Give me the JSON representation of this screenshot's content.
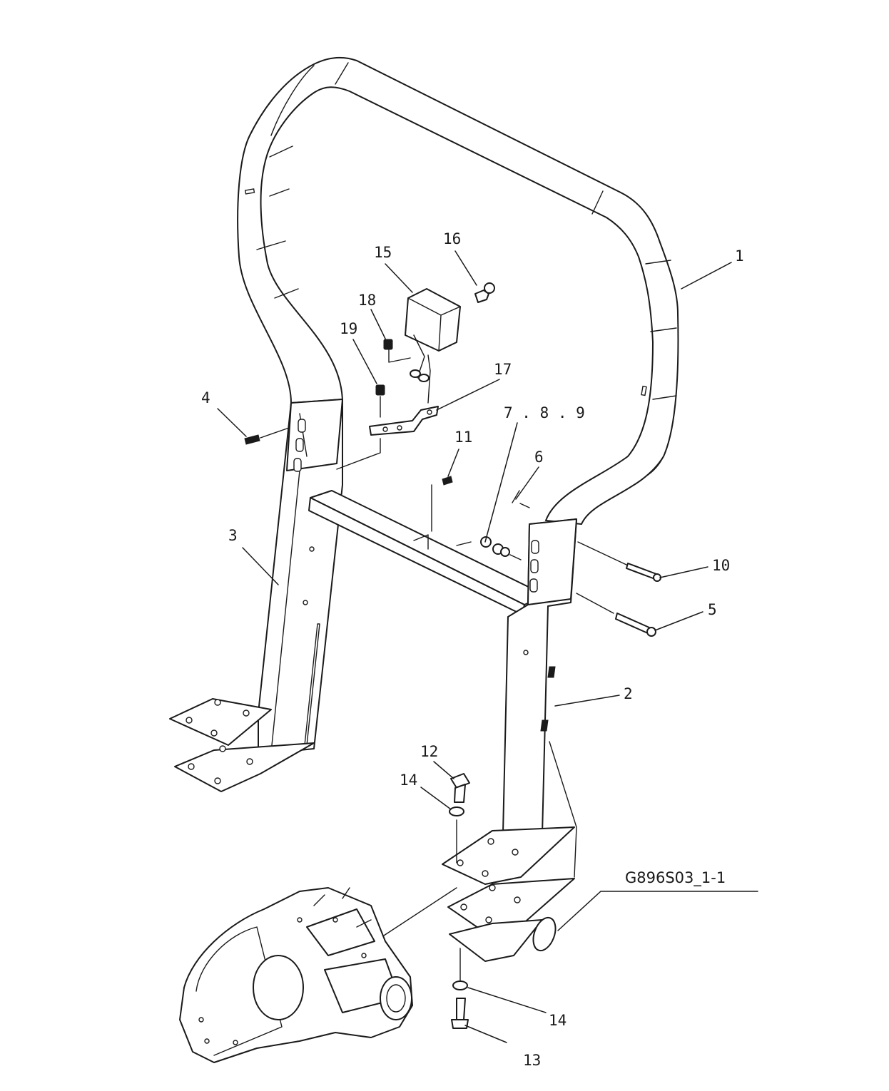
{
  "figure": {
    "reference_code": "G896S03_1-1"
  },
  "callouts": [
    {
      "id": "c1",
      "text": "1"
    },
    {
      "id": "c2",
      "text": "2"
    },
    {
      "id": "c3",
      "text": "3"
    },
    {
      "id": "c4",
      "text": "4"
    },
    {
      "id": "c5",
      "text": "5"
    },
    {
      "id": "c6",
      "text": "6"
    },
    {
      "id": "c789",
      "text": "7 . 8 . 9"
    },
    {
      "id": "c10",
      "text": "10"
    },
    {
      "id": "c11",
      "text": "11"
    },
    {
      "id": "c12",
      "text": "12"
    },
    {
      "id": "c13",
      "text": "13"
    },
    {
      "id": "c14a",
      "text": "14"
    },
    {
      "id": "c14b",
      "text": "14"
    },
    {
      "id": "c15",
      "text": "15"
    },
    {
      "id": "c16",
      "text": "16"
    },
    {
      "id": "c17",
      "text": "17"
    },
    {
      "id": "c18",
      "text": "18"
    },
    {
      "id": "c19",
      "text": "19"
    }
  ],
  "colors": {
    "line": "#1a1a1a",
    "background": "#ffffff"
  }
}
